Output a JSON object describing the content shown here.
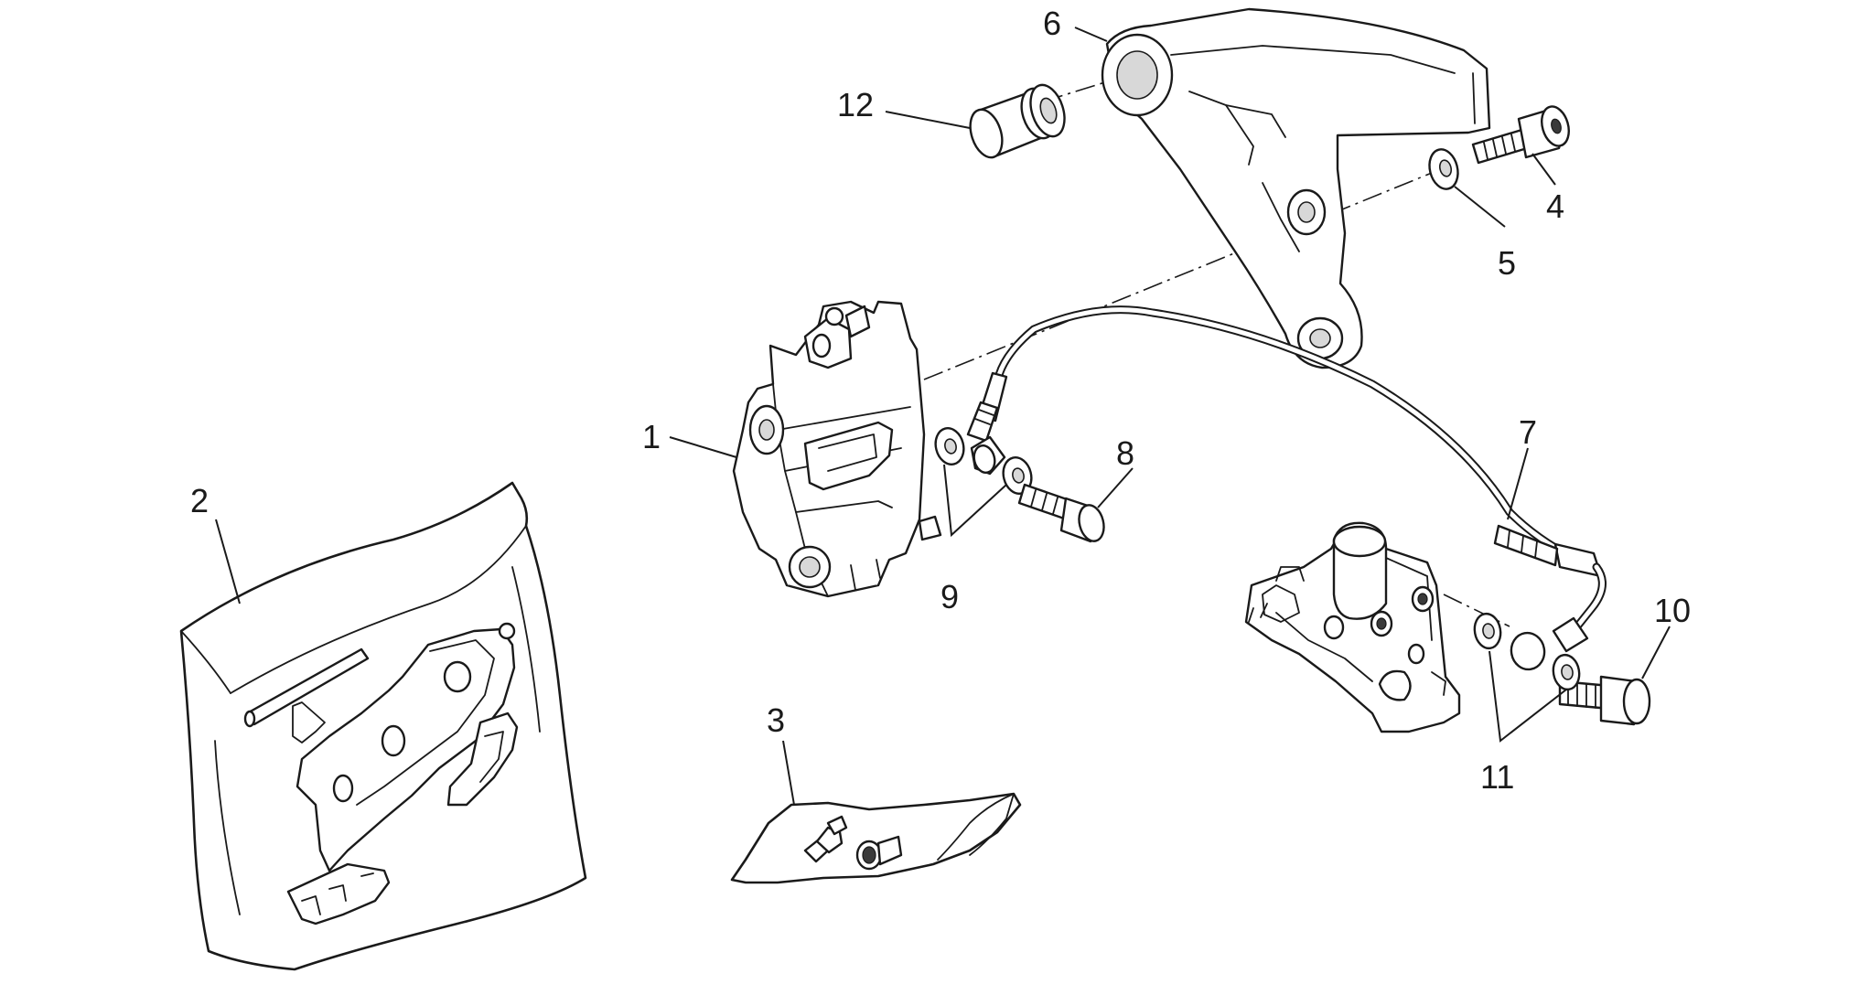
{
  "callouts": [
    {
      "id": "1",
      "label": "1"
    },
    {
      "id": "2",
      "label": "2"
    },
    {
      "id": "3",
      "label": "3"
    },
    {
      "id": "4",
      "label": "4"
    },
    {
      "id": "5",
      "label": "5"
    },
    {
      "id": "6",
      "label": "6"
    },
    {
      "id": "7",
      "label": "7"
    },
    {
      "id": "8",
      "label": "8"
    },
    {
      "id": "9",
      "label": "9"
    },
    {
      "id": "10",
      "label": "10"
    },
    {
      "id": "11",
      "label": "11"
    },
    {
      "id": "12",
      "label": "12"
    }
  ],
  "colors": {
    "line": "#1a1a1a",
    "background": "#ffffff",
    "shade": "#d8d8d8"
  }
}
